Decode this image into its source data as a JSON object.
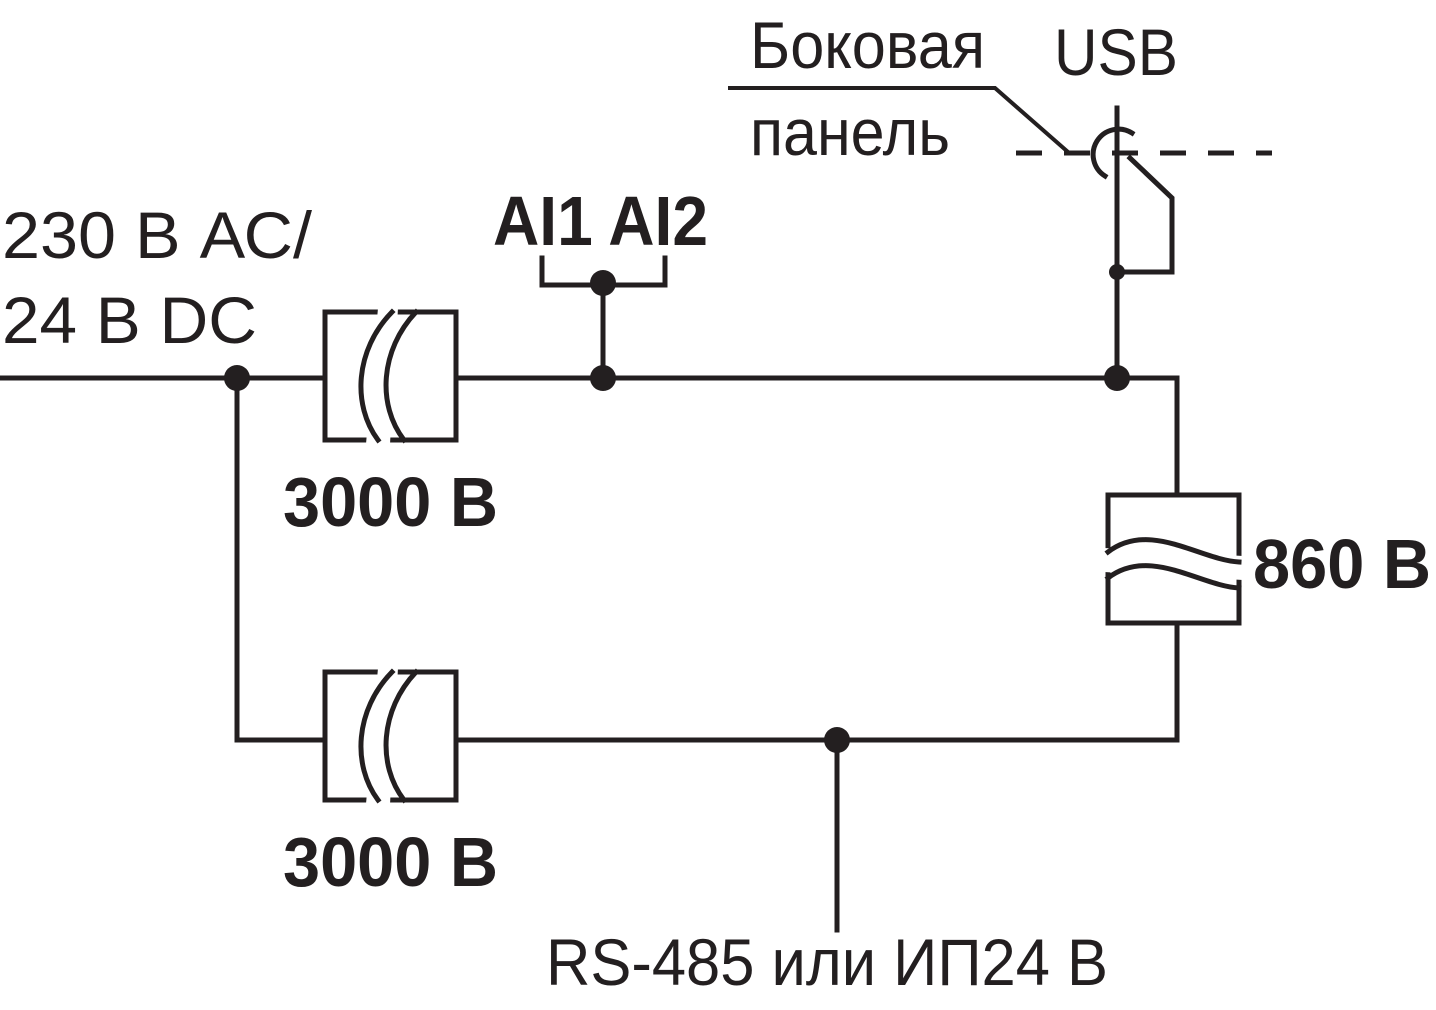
{
  "labels": {
    "power_line1": "230 В АС/",
    "power_line2": "24 В DC",
    "ai_inputs": "AI1 AI2",
    "side_panel_line1": "Боковая",
    "side_panel_line2": "панель",
    "usb": "USB",
    "isolation_top": "3000 В",
    "isolation_bottom": "3000 В",
    "isolation_right": "860 В",
    "bottom_bus": "RS-485 или ИП24 В"
  },
  "colors": {
    "ink": "#231f20",
    "background": "#ffffff"
  }
}
